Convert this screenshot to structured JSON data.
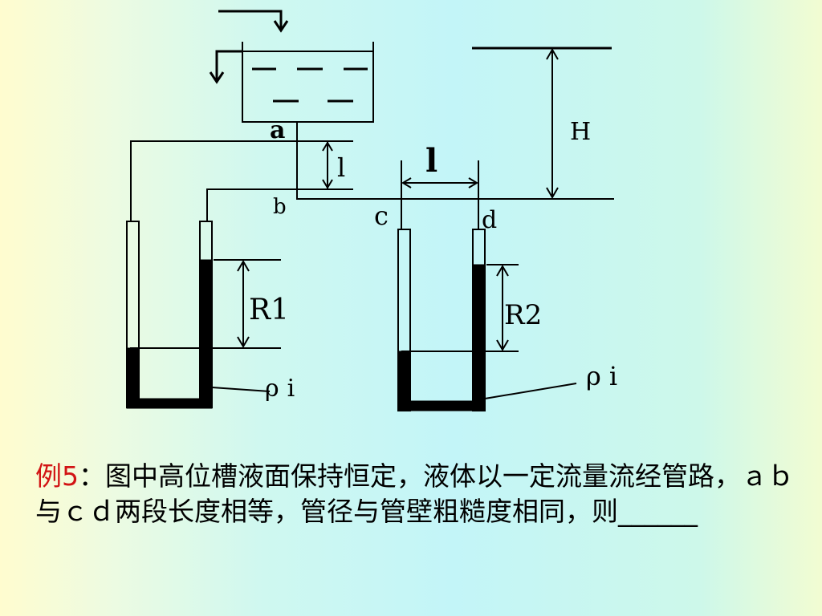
{
  "diagram": {
    "labels": {
      "a": "a",
      "b": "b",
      "c": "c",
      "d": "d",
      "l_vertical": "l",
      "l_horizontal": "l",
      "H": "H",
      "R1": "R1",
      "R2": "R2",
      "rho_i_left": "ρi",
      "rho_i_right": "ρi"
    }
  },
  "problem": {
    "prefix": "例5",
    "text": "：图中高位槽液面保持恒定，液体以一定流量流经管路，ａｂ与ｃｄ两段长度相等，管径与管壁粗糙度相同，则",
    "blank": "______"
  }
}
